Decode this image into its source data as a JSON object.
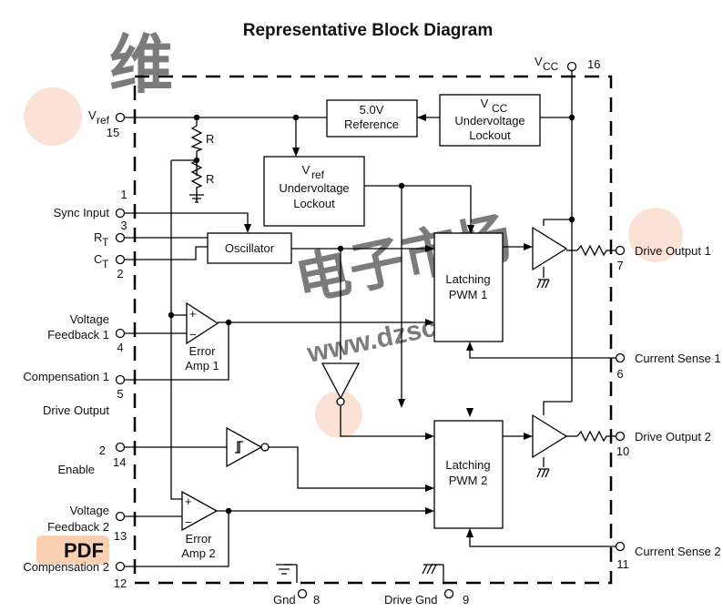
{
  "title": "Representative Block Diagram",
  "pins": {
    "vcc": {
      "label": "V",
      "sub": "CC",
      "num": "16"
    },
    "vref": {
      "label": "V",
      "sub": "ref",
      "num": "15"
    },
    "sync": {
      "label": "Sync Input",
      "num": "3",
      "num_top": "1"
    },
    "rt": {
      "label": "R",
      "sub": "T"
    },
    "ct": {
      "label": "C",
      "sub": "T",
      "num": "2"
    },
    "vfb1": {
      "line1": "Voltage",
      "line2": "Feedback 1",
      "num": "4"
    },
    "comp1": {
      "label": "Compensation 1",
      "num": "5"
    },
    "doe": {
      "line1": "Drive Output",
      "line2": "2",
      "line3": "Enable",
      "num": "14"
    },
    "vfb2": {
      "line1": "Voltage",
      "line2": "Feedback 2",
      "num": "13"
    },
    "comp2": {
      "label": "Compensation 2",
      "num": "12"
    },
    "drive1": {
      "label": "Drive Output 1",
      "num": "7"
    },
    "cs1": {
      "label": "Current Sense 1",
      "num": "6"
    },
    "drive2": {
      "label": "Drive Output 2",
      "num": "10"
    },
    "cs2": {
      "label": "Current Sense 2",
      "num": "11"
    },
    "gnd": {
      "label": "Gnd",
      "num": "8"
    },
    "drivegnd": {
      "label": "Drive Gnd",
      "num": "9"
    }
  },
  "blocks": {
    "reference": {
      "line1": "5.0V",
      "line2": "Reference"
    },
    "vcc_uvlo": {
      "line1": "V",
      "sub": "CC",
      "line2": "Undervoltage",
      "line3": "Lockout"
    },
    "vref_uvlo": {
      "line1": "V",
      "sub": "ref",
      "line2": "Undervoltage",
      "line3": "Lockout"
    },
    "oscillator": {
      "label": "Oscillator"
    },
    "pwm1": {
      "line1": "Latching",
      "line2": "PWM 1"
    },
    "pwm2": {
      "line1": "Latching",
      "line2": "PWM 2"
    },
    "ea1": {
      "line1": "Error",
      "line2": "Amp 1",
      "plus": "+",
      "minus": "−"
    },
    "ea2": {
      "line1": "Error",
      "line2": "Amp 2",
      "plus": "+",
      "minus": "−"
    }
  },
  "resistors": {
    "r1": "R",
    "r2": "R"
  },
  "watermark": {
    "url": "www.dzsc.com",
    "badge": "PDF"
  }
}
